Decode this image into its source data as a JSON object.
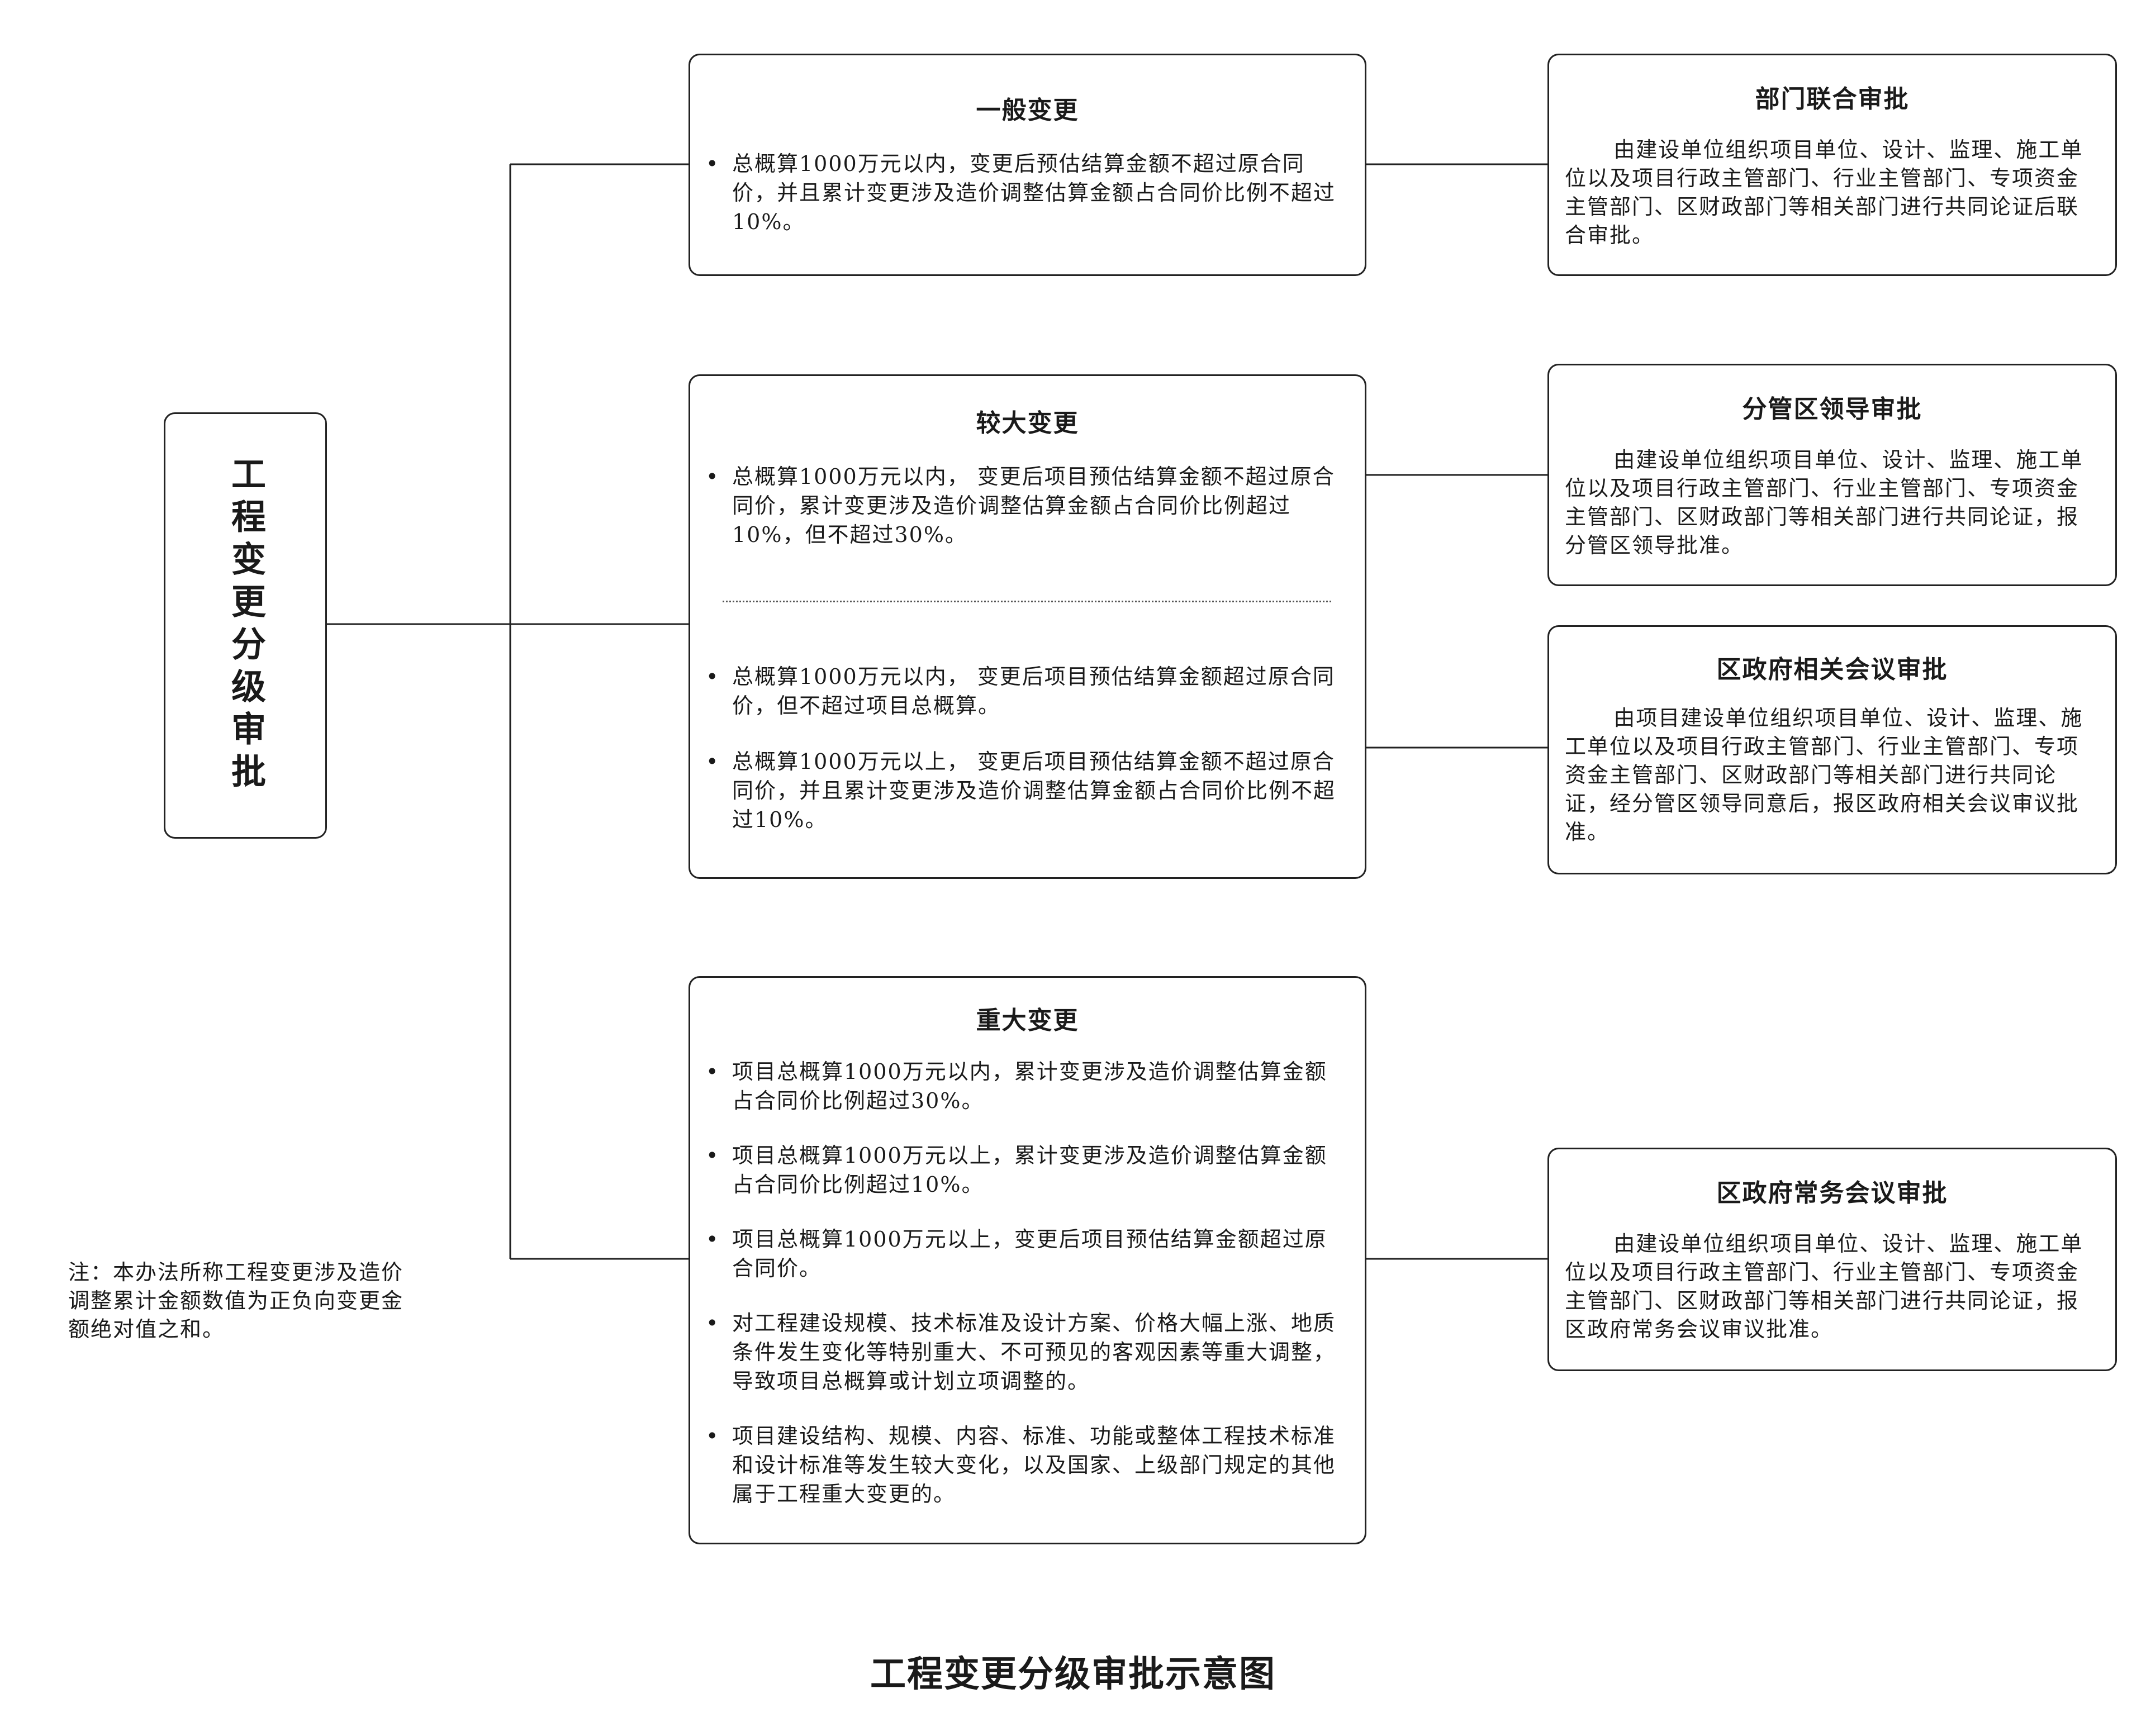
{
  "root": {
    "label": "工程变更分级审批"
  },
  "categories": [
    {
      "title": "一般变更",
      "items": [
        "总概算1000万元以内，变更后预估结算金额不超过原合同价，并且累计变更涉及造价调整估算金额占合同价比例不超过10%。"
      ]
    },
    {
      "title": "较大变更",
      "items_upper": [
        "总概算1000万元以内， 变更后项目预估结算金额不超过原合同价，累计变更涉及造价调整估算金额占合同价比例超过10%，但不超过30%。"
      ],
      "items_lower": [
        "总概算1000万元以内， 变更后项目预估结算金额超过原合同价，但不超过项目总概算。",
        "总概算1000万元以上， 变更后项目预估结算金额不超过原合同价，并且累计变更涉及造价调整估算金额占合同价比例不超过10%。"
      ]
    },
    {
      "title": "重大变更",
      "items": [
        "项目总概算1000万元以内，累计变更涉及造价调整估算金额占合同价比例超过30%。",
        "项目总概算1000万元以上，累计变更涉及造价调整估算金额占合同价比例超过10%。",
        "项目总概算1000万元以上，变更后项目预估结算金额超过原合同价。",
        "对工程建设规模、技术标准及设计方案、价格大幅上涨、地质条件发生变化等特别重大、不可预见的客观因素等重大调整，导致项目总概算或计划立项调整的。",
        "项目建设结构、规模、内容、标准、功能或整体工程技术标准和设计标准等发生较大变化，以及国家、上级部门规定的其他属于工程重大变更的。"
      ]
    }
  ],
  "approvals": [
    {
      "title": "部门联合审批",
      "text": "由建设单位组织项目单位、设计、监理、施工单位以及项目行政主管部门、行业主管部门、专项资金主管部门、区财政部门等相关部门进行共同论证后联合审批。"
    },
    {
      "title": "分管区领导审批",
      "text": "由建设单位组织项目单位、设计、监理、施工单位以及项目行政主管部门、行业主管部门、专项资金主管部门、区财政部门等相关部门进行共同论证，报分管区领导批准。"
    },
    {
      "title": "区政府相关会议审批",
      "text": "由项目建设单位组织项目单位、设计、监理、施工单位以及项目行政主管部门、行业主管部门、专项资金主管部门、区财政部门等相关部门进行共同论证，经分管区领导同意后，报区政府相关会议审议批准。"
    },
    {
      "title": "区政府常务会议审批",
      "text": "由建设单位组织项目单位、设计、监理、施工单位以及项目行政主管部门、行业主管部门、专项资金主管部门、区财政部门等相关部门进行共同论证，报区政府常务会议审议批准。"
    }
  ],
  "note": "注：本办法所称工程变更涉及造价调整累计金额数值为正负向变更金额绝对值之和。",
  "caption": "工程变更分级审批示意图"
}
